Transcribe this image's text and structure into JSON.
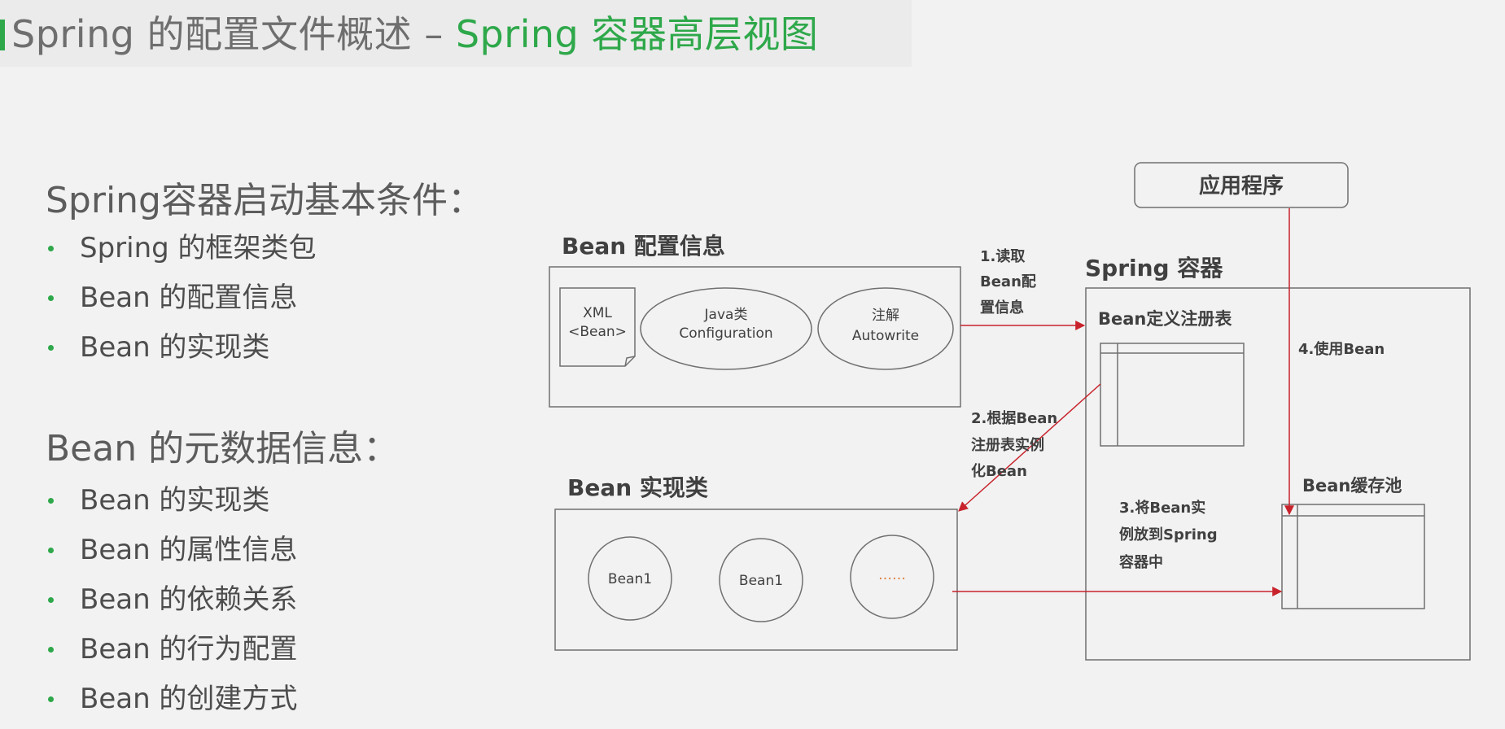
{
  "slide": {
    "title_main": "Spring 的配置文件概述 – ",
    "title_accent": "Spring 容器高层视图",
    "section1": {
      "heading": "Spring容器启动基本条件：",
      "items": [
        "Spring 的框架类包",
        "Bean 的配置信息",
        "Bean 的实现类"
      ]
    },
    "section2": {
      "heading": "Bean 的元数据信息：",
      "items": [
        "Bean 的实现类",
        "Bean 的属性信息",
        "Bean 的依赖关系",
        "Bean 的行为配置",
        "Bean 的创建方式"
      ]
    }
  },
  "diagram": {
    "app_label": "应用程序",
    "config_title": "Bean 配置信息",
    "xml_line1": "XML",
    "xml_line2": "<Bean>",
    "java_line1": "Java类",
    "java_line2": "Configuration",
    "anno_line1": "注解",
    "anno_line2": "Autowrite",
    "container_title": "Spring 容器",
    "registry_title": "Bean定义注册表",
    "cache_title": "Bean缓存池",
    "impl_title": "Bean 实现类",
    "bean1": "Bean1",
    "bean2": "Bean1",
    "bean_more": "……",
    "step1": [
      "1.读取",
      "Bean配",
      "置信息"
    ],
    "step2": [
      "2.根据Bean",
      "注册表实例",
      "化Bean"
    ],
    "step3": [
      "3.将Bean实",
      "例放到Spring",
      "容器中"
    ],
    "step4": "4.使用Bean"
  },
  "colors": {
    "accent": "#2ea84a",
    "arrow": "#c8232c",
    "line": "#707070",
    "ellipsis": "#e07b39"
  }
}
